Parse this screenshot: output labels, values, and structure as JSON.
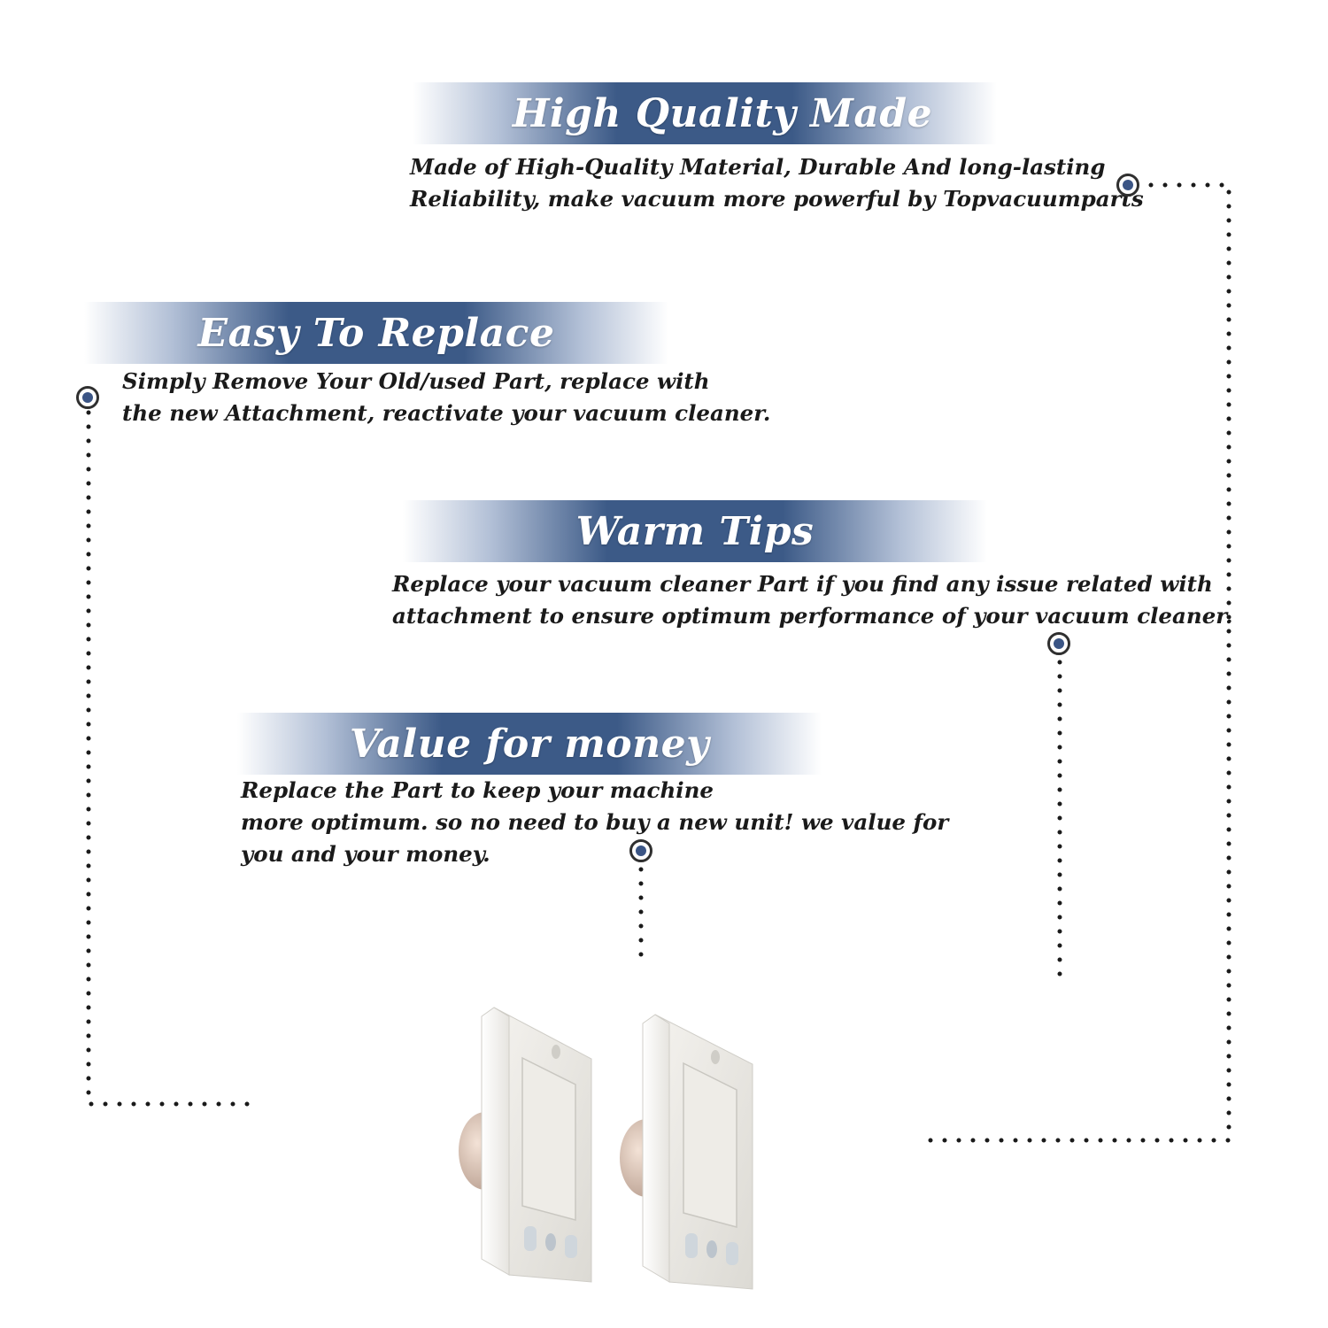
{
  "sections": [
    {
      "title": "High Quality Made",
      "lines": [
        "Made of  High-Quality Material, Durable And long-lasting",
        "Reliability, make vacuum more powerful by Topvacuumparts"
      ]
    },
    {
      "title": "Easy To Replace",
      "lines": [
        "Simply Remove Your Old/used Part, replace with",
        "the new Attachment, reactivate your vacuum cleaner."
      ]
    },
    {
      "title": "Warm Tips",
      "lines": [
        "Replace your vacuum cleaner Part if you find any issue related with",
        " attachment to ensure optimum performance of your vacuum cleaner."
      ]
    },
    {
      "title": "Value for money",
      "lines": [
        "Replace the Part to keep your machine",
        "more optimum. so no need to buy a new unit! we value for",
        "you and your money."
      ]
    }
  ],
  "colors": {
    "banner": "#3c5a87",
    "dot": "#3b5585",
    "text": "#1a1a1a"
  }
}
